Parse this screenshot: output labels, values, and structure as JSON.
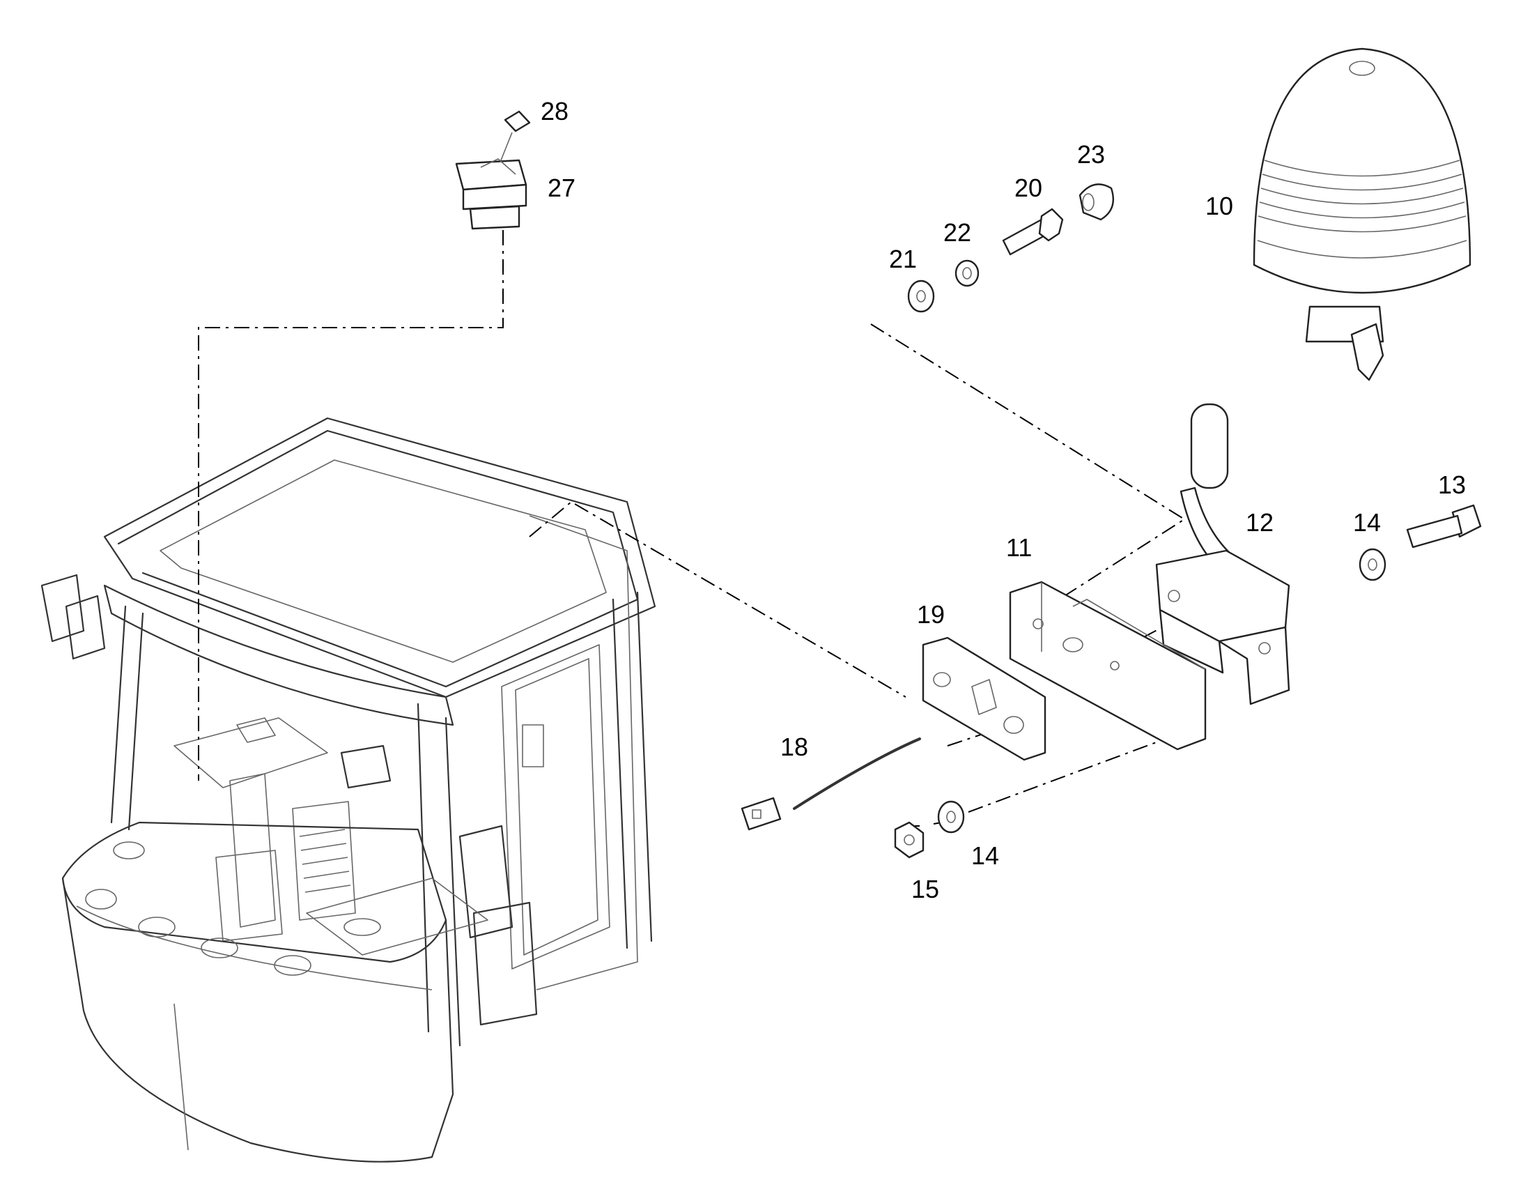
{
  "callouts": {
    "c10": "10",
    "c11": "11",
    "c12": "12",
    "c13": "13",
    "c14a": "14",
    "c14b": "14",
    "c15": "15",
    "c18": "18",
    "c19": "19",
    "c20": "20",
    "c21": "21",
    "c22": "22",
    "c23": "23",
    "c27": "27",
    "c28": "28"
  }
}
